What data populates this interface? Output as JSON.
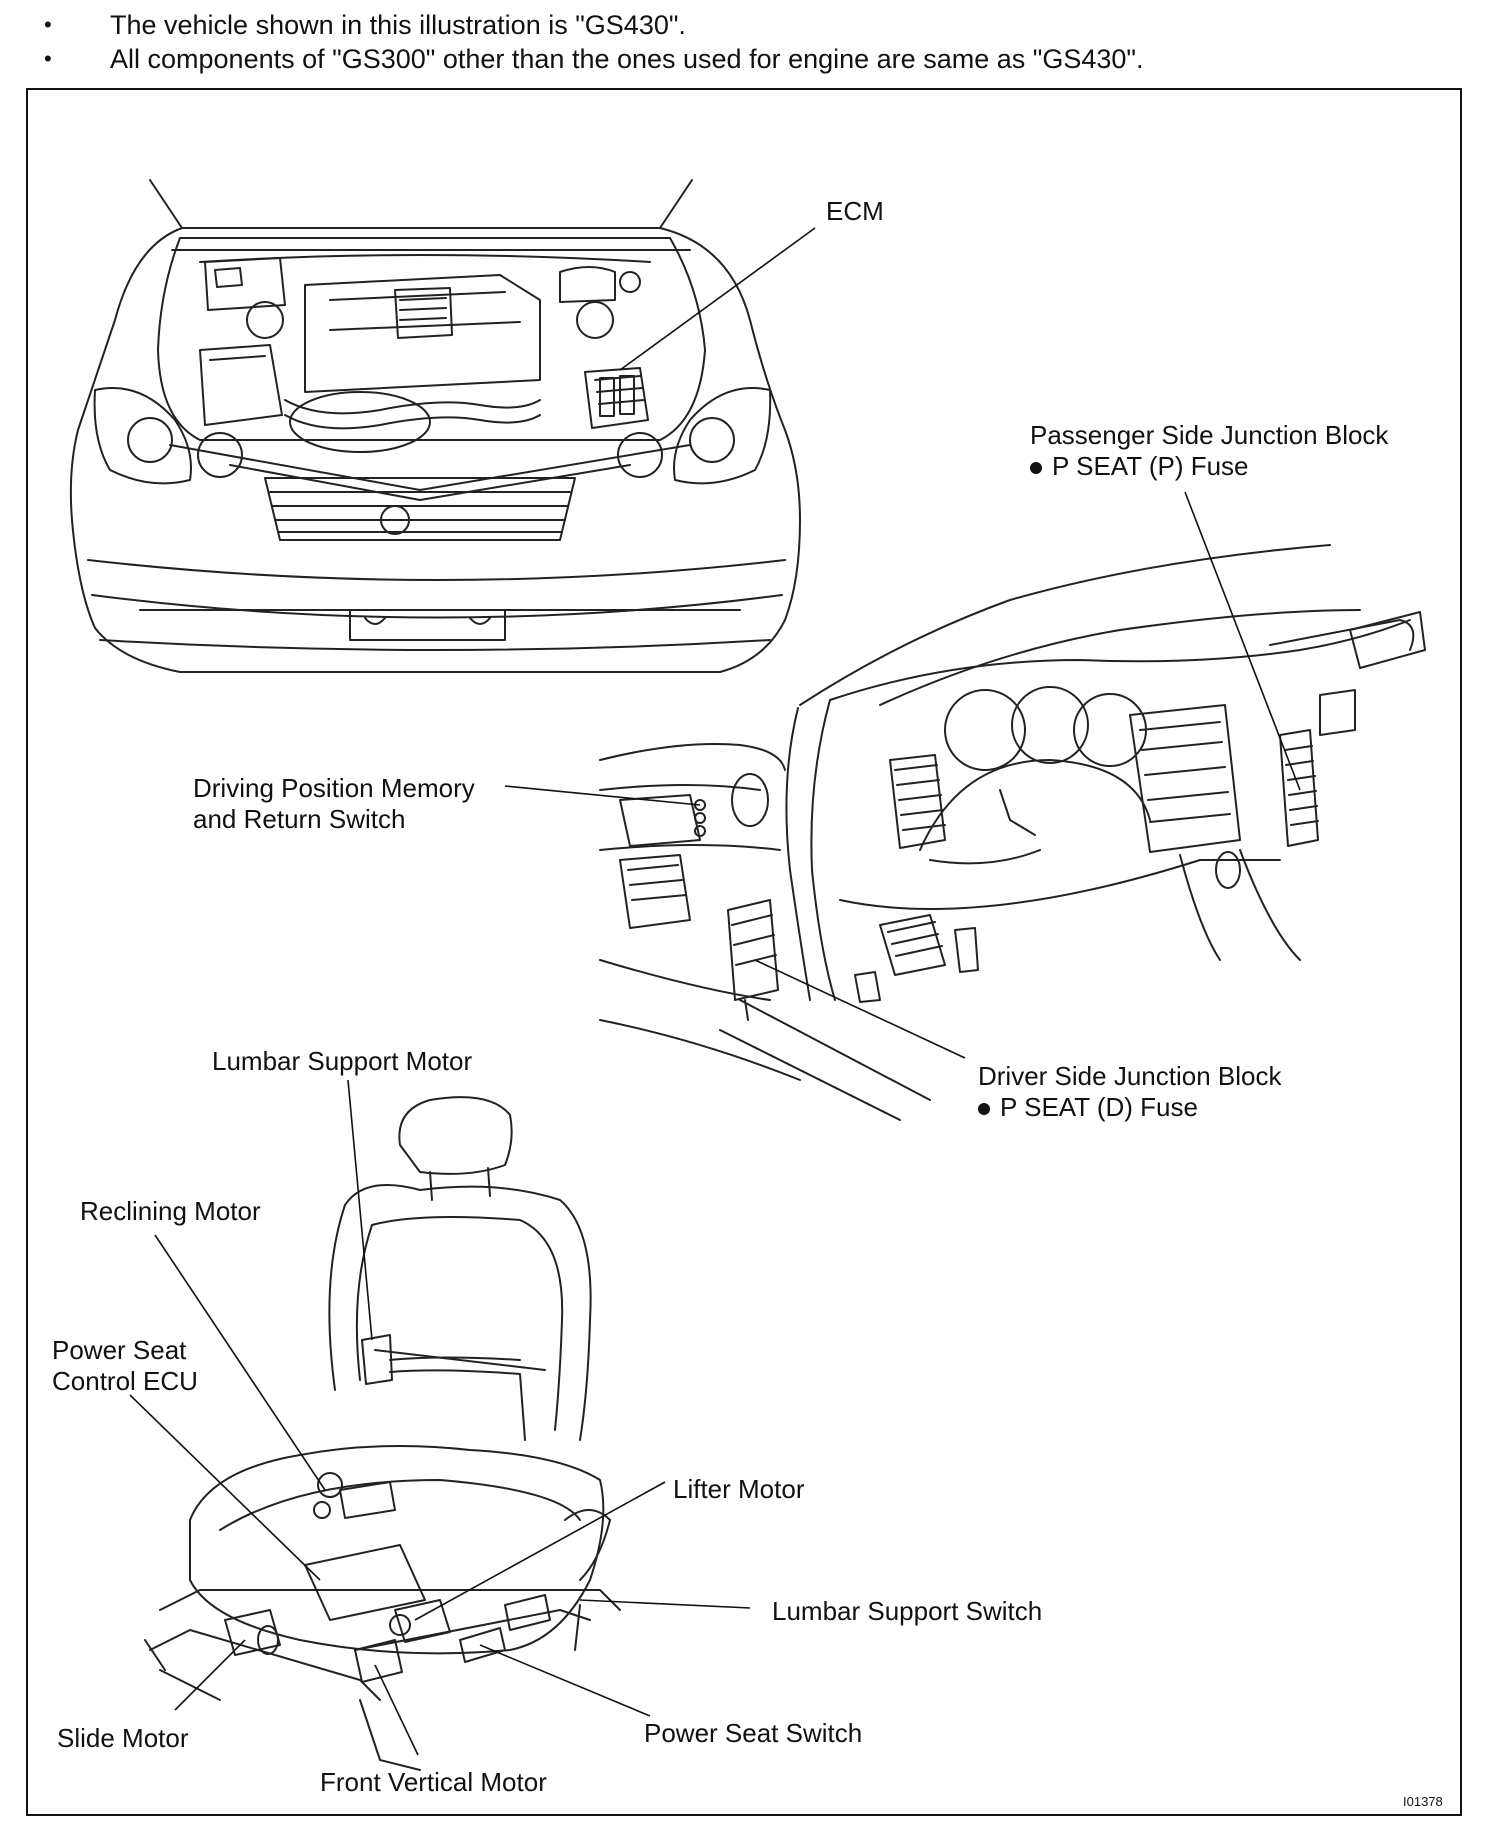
{
  "notes": [
    "The vehicle shown in this illustration is \"GS430\".",
    "All components of \"GS300\" other than the ones used for engine are same as \"GS430\"."
  ],
  "labels": {
    "ecm": "ECM",
    "passenger_jb": "Passenger Side Junction Block",
    "passenger_fuse": "P SEAT (P) Fuse",
    "memory_switch_1": "Driving Position Memory",
    "memory_switch_2": "and Return Switch",
    "lumbar_motor": "Lumbar Support Motor",
    "driver_jb": "Driver Side Junction Block",
    "driver_fuse": "P SEAT (D) Fuse",
    "reclining_motor": "Reclining Motor",
    "power_seat_ecu_1": "Power Seat",
    "power_seat_ecu_2": "Control ECU",
    "lifter_motor": "Lifter Motor",
    "lumbar_switch": "Lumbar Support Switch",
    "slide_motor": "Slide Motor",
    "power_seat_switch": "Power Seat Switch",
    "front_vertical_motor": "Front Vertical Motor"
  },
  "figure_code": "I01378"
}
